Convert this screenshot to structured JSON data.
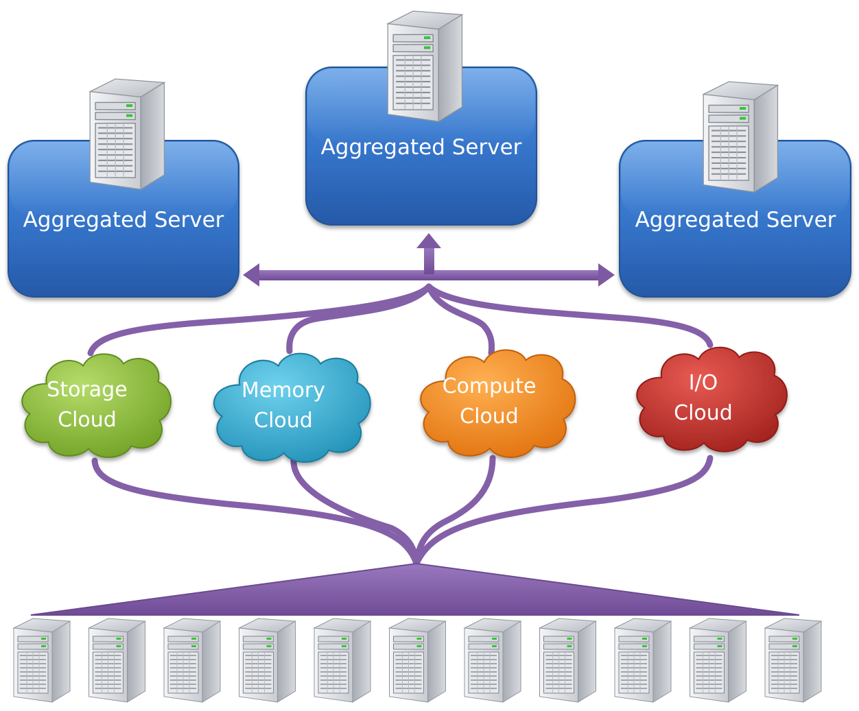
{
  "diagram": {
    "aggregated_servers": [
      {
        "label": "Aggregated Server"
      },
      {
        "label": "Aggregated Server"
      },
      {
        "label": "Aggregated Server"
      }
    ],
    "clouds": [
      {
        "line1": "Storage",
        "line2": "Cloud",
        "color": "#8cbd3a",
        "dark": "#5f8a1e"
      },
      {
        "line1": "Memory",
        "line2": "Cloud",
        "color": "#36b3d6",
        "dark": "#1d7c9e"
      },
      {
        "line1": "Compute",
        "line2": "Cloud",
        "color": "#f28a1c",
        "dark": "#c0600a"
      },
      {
        "line1": "I/O",
        "line2": "Cloud",
        "color": "#c9302c",
        "dark": "#8e1a17"
      }
    ],
    "server_pool_count": 11,
    "colors": {
      "box_blue": "#3f7fd1",
      "box_blue_dark": "#2a5fa8",
      "connector_purple": "#8460a8"
    }
  }
}
